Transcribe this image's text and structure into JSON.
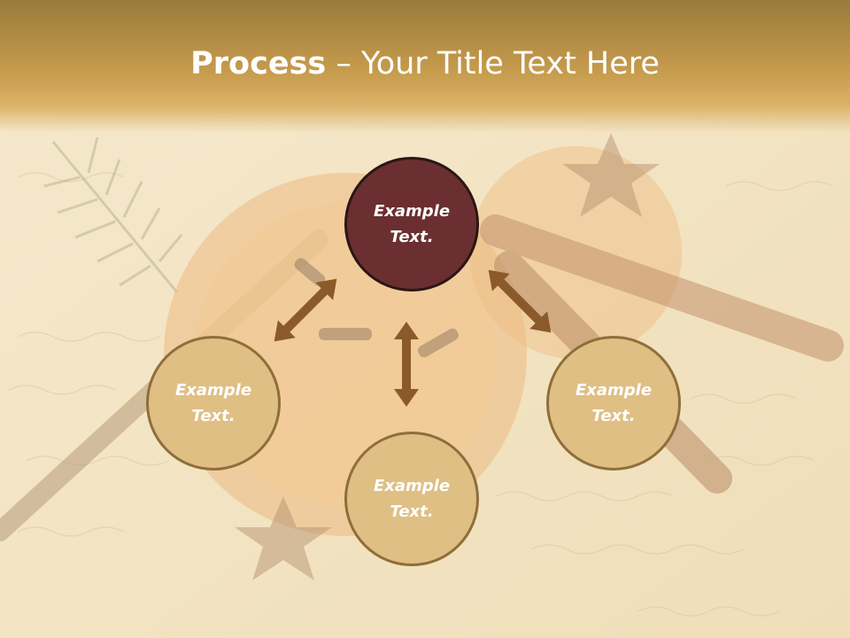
{
  "title": {
    "bold": "Process",
    "dash": " – ",
    "rest": "Your Title Text Here"
  },
  "nodes": [
    {
      "id": "top",
      "label": "Example Text.",
      "fill": "#6b2f31"
    },
    {
      "id": "left",
      "label": "Example Text.",
      "fill": "#dfbf84"
    },
    {
      "id": "bottom",
      "label": "Example Text.",
      "fill": "#dfbf84"
    },
    {
      "id": "right",
      "label": "Example Text.",
      "fill": "#dfbf84"
    }
  ],
  "colors": {
    "header": "#c79c4d",
    "arrow": "#8a5a2b",
    "background": "#f3e4c6"
  }
}
